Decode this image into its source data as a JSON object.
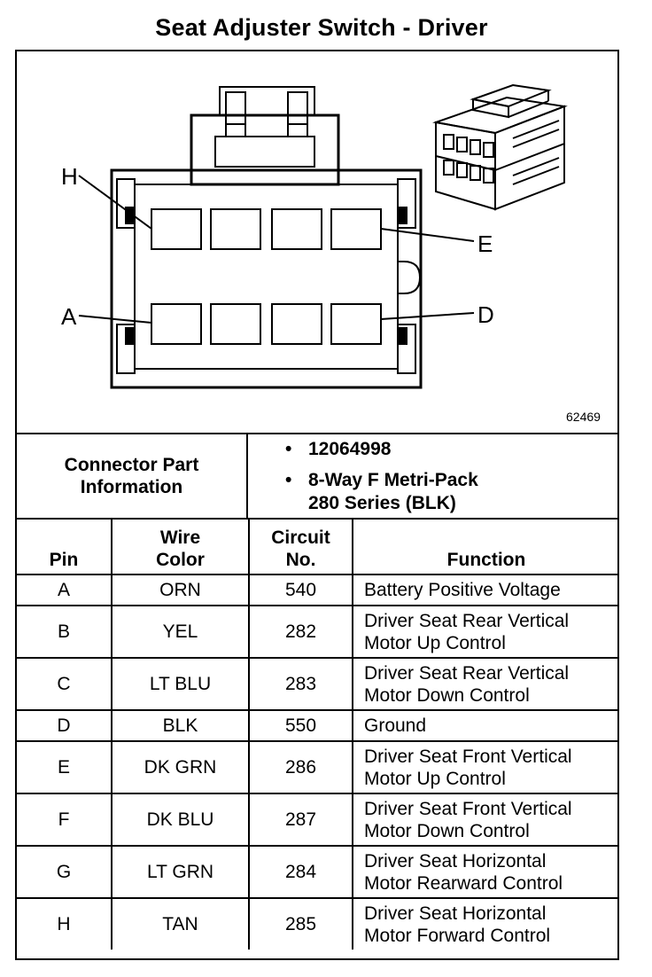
{
  "title": "Seat Adjuster Switch - Driver",
  "diagram": {
    "pin_labels": {
      "H": "H",
      "E": "E",
      "A": "A",
      "D": "D"
    },
    "figure_number": "62469"
  },
  "connector_info": {
    "label_line1": "Connector Part",
    "label_line2": "Information",
    "bullets": [
      {
        "line1": "12064998",
        "line2": ""
      },
      {
        "line1": "8-Way F Metri-Pack",
        "line2": "280 Series (BLK)"
      }
    ],
    "bullet_char": "•"
  },
  "table": {
    "headers": {
      "pin": "Pin",
      "wire_color_line1": "Wire",
      "wire_color_line2": "Color",
      "circuit_line1": "Circuit",
      "circuit_line2": "No.",
      "function": "Function"
    },
    "rows": [
      {
        "pin": "A",
        "wire": "ORN",
        "circuit": "540",
        "f1": "Battery Positive Voltage",
        "f2": ""
      },
      {
        "pin": "B",
        "wire": "YEL",
        "circuit": "282",
        "f1": "Driver Seat Rear Vertical",
        "f2": "Motor Up Control"
      },
      {
        "pin": "C",
        "wire": "LT BLU",
        "circuit": "283",
        "f1": "Driver Seat Rear Vertical",
        "f2": "Motor Down Control"
      },
      {
        "pin": "D",
        "wire": "BLK",
        "circuit": "550",
        "f1": "Ground",
        "f2": ""
      },
      {
        "pin": "E",
        "wire": "DK GRN",
        "circuit": "286",
        "f1": "Driver Seat Front Vertical",
        "f2": "Motor Up Control"
      },
      {
        "pin": "F",
        "wire": "DK BLU",
        "circuit": "287",
        "f1": "Driver Seat Front Vertical",
        "f2": "Motor Down Control"
      },
      {
        "pin": "G",
        "wire": "LT GRN",
        "circuit": "284",
        "f1": "Driver Seat Horizontal",
        "f2": "Motor Rearward Control"
      },
      {
        "pin": "H",
        "wire": "TAN",
        "circuit": "285",
        "f1": "Driver Seat Horizontal",
        "f2": "Motor Forward Control"
      }
    ]
  }
}
